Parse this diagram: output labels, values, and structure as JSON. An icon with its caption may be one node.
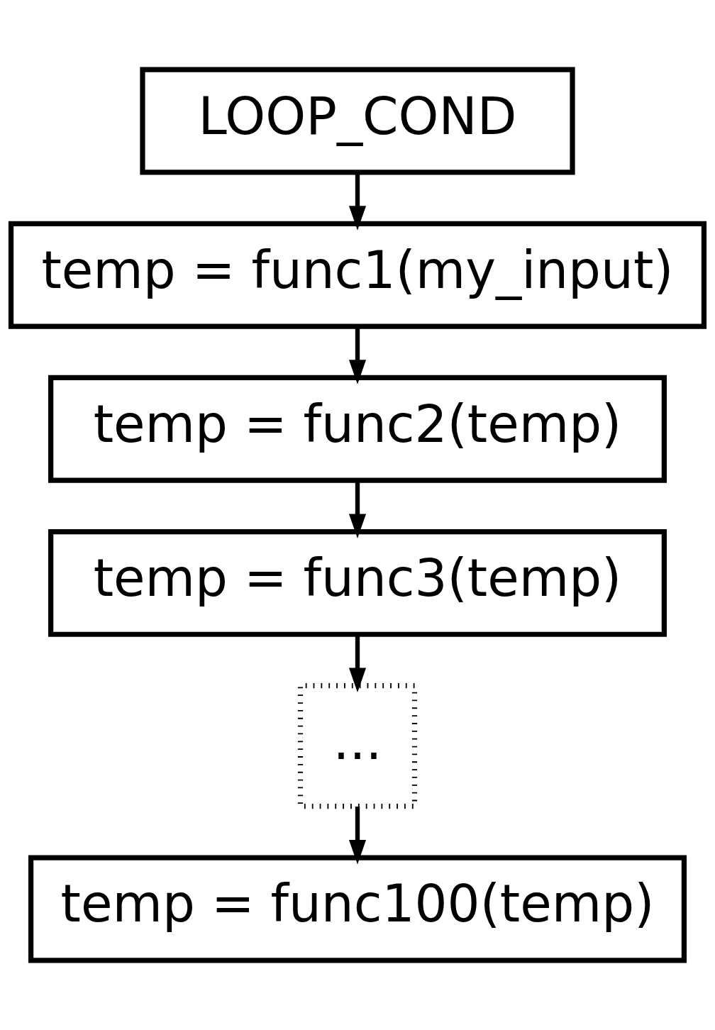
{
  "diagram": {
    "nodes": [
      {
        "text": [
          "LOOP_COND"
        ]
      },
      {
        "text": [
          "temp = func1(my_input)"
        ]
      },
      {
        "text": [
          "temp = func2(temp)"
        ]
      },
      {
        "text": [
          "temp = func3(temp)"
        ]
      },
      {
        "text": [
          "..."
        ]
      },
      {
        "text": [
          "temp = func100(temp)"
        ]
      }
    ],
    "edges": [
      {
        "from": 0,
        "to": 1,
        "arrow": "to"
      },
      {
        "from": 1,
        "to": 2,
        "arrow": "to"
      },
      {
        "from": 2,
        "to": 3,
        "arrow": "to"
      },
      {
        "from": 3,
        "to": 4,
        "arrow": "to"
      },
      {
        "from": 4,
        "to": 5,
        "arrow": "to"
      }
    ]
  }
}
